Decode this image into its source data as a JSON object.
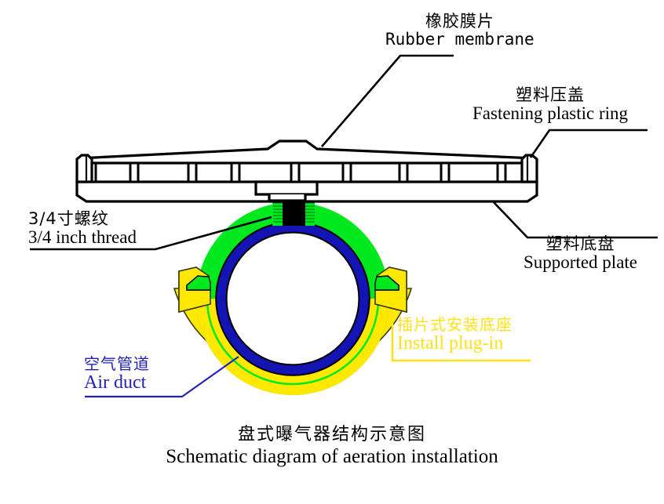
{
  "figure": {
    "title_cn": "盘式曝气器结构示意图",
    "title_en": "Schematic diagram of aeration installation"
  },
  "colors": {
    "outline": "#000000",
    "green_ring": "#00e81e",
    "blue_duct": "#1414b4",
    "yellow_clamp": "#ffe800",
    "yellow_text": "#ffe11a",
    "blue_text": "#2222bb",
    "background": "#ffffff"
  },
  "labels": {
    "rubber_membrane": {
      "cn": "橡胶膜片",
      "en": "Rubber  membrane"
    },
    "fastening_ring": {
      "cn": "塑料压盖",
      "en": "Fastening plastic ring"
    },
    "thread": {
      "cn": "3/4寸螺纹",
      "en": "3/4 inch thread"
    },
    "supported_plate": {
      "cn": "塑料底盘",
      "en": "Supported plate"
    },
    "install_plugin": {
      "cn": "插片式安装底座",
      "en": "Install plug-in"
    },
    "air_duct": {
      "cn": "空气管道",
      "en": "Air duct"
    }
  },
  "parts": {
    "membrane": "rubber-membrane-disc",
    "plastic_ring": "fastening-plastic-ring",
    "base_plate": "supported-base-plate",
    "thread_connector": "three-quarter-inch-threaded-nipple",
    "saddle_clamp": "install-plug-in-saddle-clamp",
    "duct_pipe": "air-duct-pipe-cross-section"
  }
}
